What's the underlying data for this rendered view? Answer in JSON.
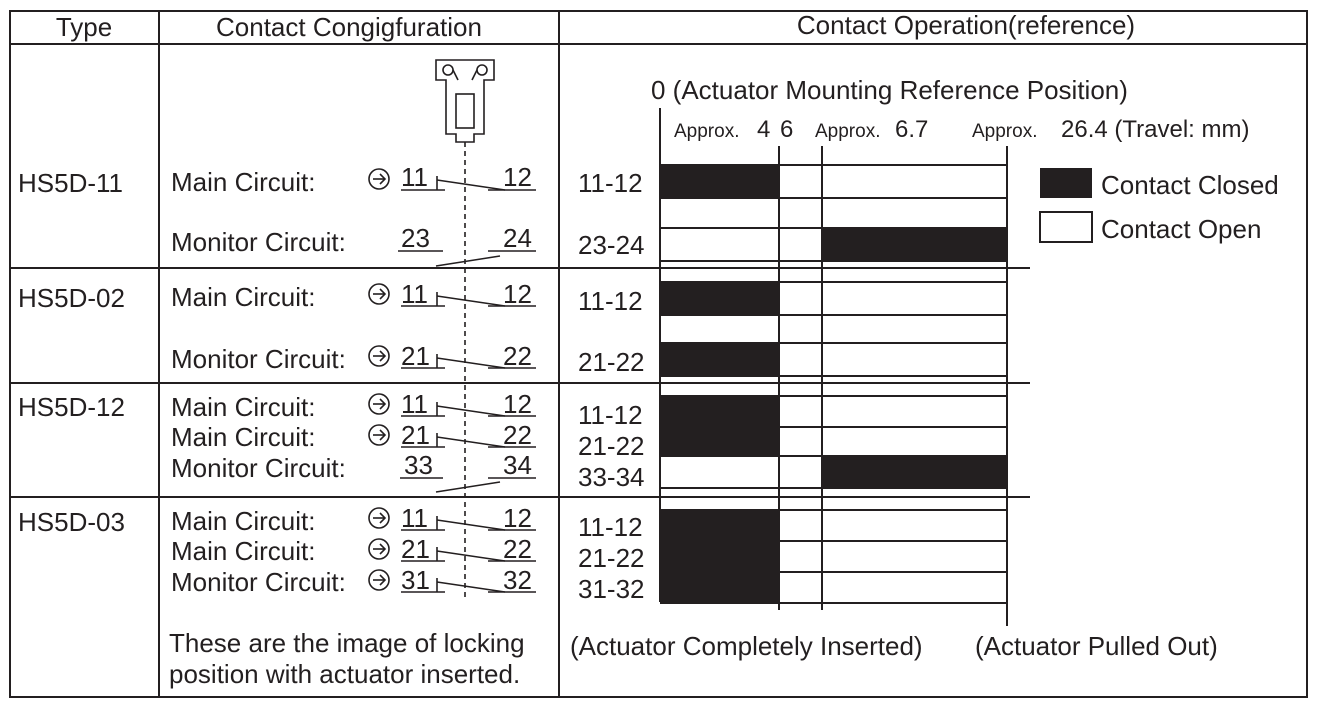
{
  "header": {
    "type": "Type",
    "configuration": "Contact Congigfuration",
    "operation": "Contact Operation(reference)"
  },
  "rows": [
    {
      "type": "HS5D-11",
      "circuits": [
        {
          "label": "Main Circuit:",
          "in": "11",
          "out": "12",
          "arrow": true
        },
        {
          "label": "Monitor Circuit:",
          "in": "23",
          "out": "24",
          "arrow": false
        }
      ],
      "contacts": [
        {
          "label": "11-12",
          "closed": "main"
        },
        {
          "label": "23-24",
          "closed": "monitor"
        }
      ]
    },
    {
      "type": "HS5D-02",
      "circuits": [
        {
          "label": "Main Circuit:",
          "in": "11",
          "out": "12",
          "arrow": true
        },
        {
          "label": "Monitor Circuit:",
          "in": "21",
          "out": "22",
          "arrow": true
        }
      ],
      "contacts": [
        {
          "label": "11-12",
          "closed": "main"
        },
        {
          "label": "21-22",
          "closed": "main"
        }
      ]
    },
    {
      "type": "HS5D-12",
      "circuits": [
        {
          "label": "Main Circuit:",
          "in": "11",
          "out": "12",
          "arrow": true
        },
        {
          "label": "Main Circuit:",
          "in": "21",
          "out": "22",
          "arrow": true
        },
        {
          "label": "Monitor Circuit:",
          "in": "33",
          "out": "34",
          "arrow": false
        }
      ],
      "contacts": [
        {
          "label": "11-12",
          "closed": "main"
        },
        {
          "label": "21-22",
          "closed": "main"
        },
        {
          "label": "33-34",
          "closed": "monitor"
        }
      ]
    },
    {
      "type": "HS5D-03",
      "circuits": [
        {
          "label": "Main Circuit:",
          "in": "11",
          "out": "12",
          "arrow": true
        },
        {
          "label": "Main Circuit:",
          "in": "21",
          "out": "22",
          "arrow": true
        },
        {
          "label": "Monitor Circuit:",
          "in": "31",
          "out": "32",
          "arrow": true
        }
      ],
      "contacts": [
        {
          "label": "11-12",
          "closed": "main"
        },
        {
          "label": "21-22",
          "closed": "main"
        },
        {
          "label": "31-32",
          "closed": "main"
        }
      ]
    }
  ],
  "scale": {
    "zero": "0 (Actuator Mounting Reference Position)",
    "approx4_prefix": "Approx.",
    "approx4_value": "4",
    "six": "6",
    "approx67_prefix": "Approx.",
    "approx67_value": "6.7",
    "approx264_prefix": "Approx.",
    "approx264_value": "26.4 (Travel: mm)"
  },
  "legend": {
    "closed": "Contact Closed",
    "open": "Contact Open"
  },
  "footer": {
    "note_line1": "These are the image of locking",
    "note_line2": "position with actuator inserted.",
    "inserted": "(Actuator Completely Inserted)",
    "pulled": "(Actuator Pulled Out)"
  },
  "colors": {
    "ink": "#231f20",
    "background": "#ffffff"
  }
}
